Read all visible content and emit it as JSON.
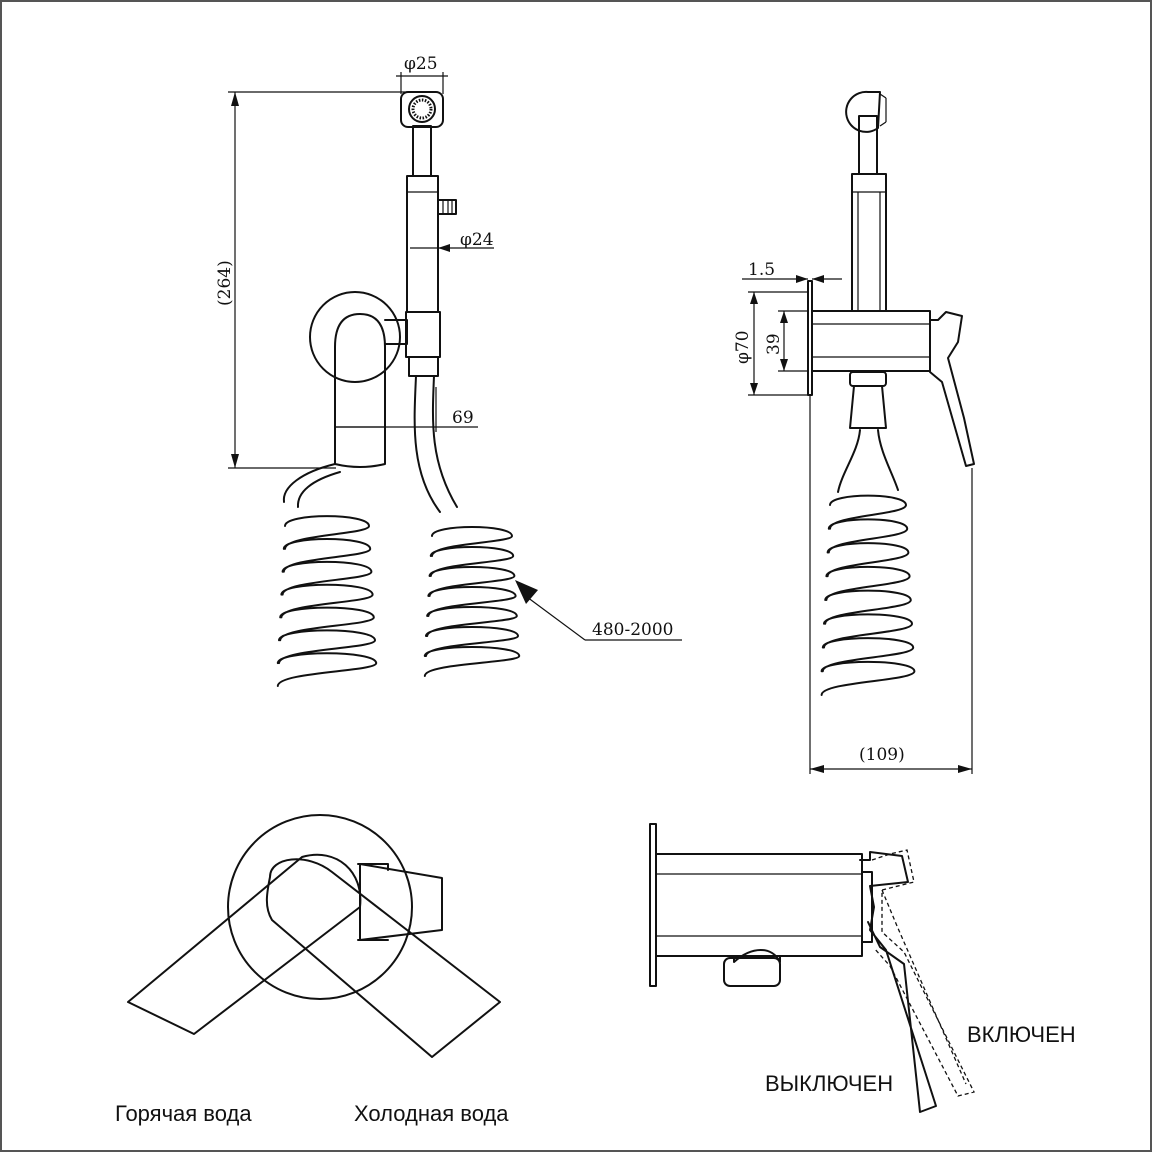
{
  "dimensions": {
    "head_diameter": "φ25",
    "tube_diameter": "φ24",
    "total_height": "(264)",
    "projection": "69",
    "hose_length": "480-2000",
    "wall_gap": "1.5",
    "flange_diameter": "φ70",
    "body_diameter": "39",
    "depth": "(109)"
  },
  "labels": {
    "hot_water": "Горячая вода",
    "cold_water": "Холодная вода",
    "on": "ВКЛЮЧЕН",
    "off": "ВЫКЛЮЧЕН"
  }
}
